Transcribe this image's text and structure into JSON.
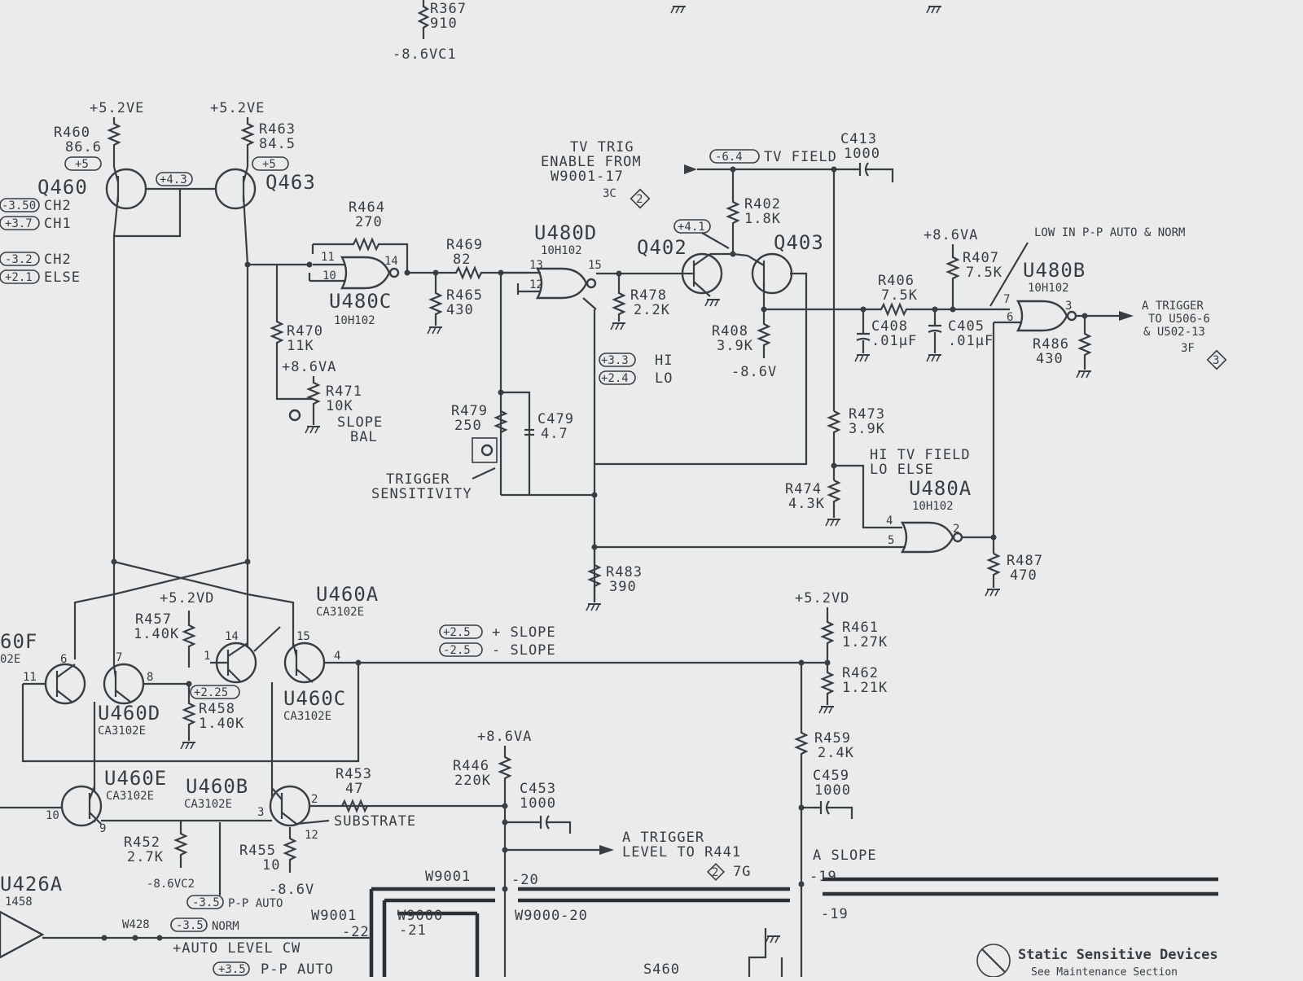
{
  "resistors": {
    "r367": {
      "ref": "R367",
      "val": "910"
    },
    "r460": {
      "ref": "R460",
      "val": "86.6"
    },
    "r463": {
      "ref": "R463",
      "val": "84.5"
    },
    "r464": {
      "ref": "R464",
      "val": "270"
    },
    "r469": {
      "ref": "R469",
      "val": "82"
    },
    "r465": {
      "ref": "R465",
      "val": "430"
    },
    "r470": {
      "ref": "R470",
      "val": "11K"
    },
    "r471": {
      "ref": "R471",
      "val": "10K"
    },
    "r478": {
      "ref": "R478",
      "val": "2.2K"
    },
    "r402": {
      "ref": "R402",
      "val": "1.8K"
    },
    "r408": {
      "ref": "R408",
      "val": "3.9K"
    },
    "r406": {
      "ref": "R406",
      "val": "7.5K"
    },
    "r407": {
      "ref": "R407",
      "val": "7.5K"
    },
    "r486": {
      "ref": "R486",
      "val": "430"
    },
    "r479": {
      "ref": "R479",
      "val": "250"
    },
    "r473": {
      "ref": "R473",
      "val": "3.9K"
    },
    "r474": {
      "ref": "R474",
      "val": "4.3K"
    },
    "r487": {
      "ref": "R487",
      "val": "470"
    },
    "r483": {
      "ref": "R483",
      "val": "390"
    },
    "r457": {
      "ref": "R457",
      "val": "1.40K"
    },
    "r458": {
      "ref": "R458",
      "val": "1.40K"
    },
    "r461": {
      "ref": "R461",
      "val": "1.27K"
    },
    "r462": {
      "ref": "R462",
      "val": "1.21K"
    },
    "r459": {
      "ref": "R459",
      "val": "2.4K"
    },
    "r446": {
      "ref": "R446",
      "val": "220K"
    },
    "r453": {
      "ref": "R453",
      "val": "47"
    },
    "r452": {
      "ref": "R452",
      "val": "2.7K"
    },
    "r455": {
      "ref": "R455",
      "val": "10"
    }
  },
  "capacitors": {
    "c413": {
      "ref": "C413",
      "val": "1000"
    },
    "c408": {
      "ref": "C408",
      "val": ".01µF"
    },
    "c405": {
      "ref": "C405",
      "val": ".01µF"
    },
    "c479": {
      "ref": "C479",
      "val": "4.7"
    },
    "c453": {
      "ref": "C453",
      "val": "1000"
    },
    "c459": {
      "ref": "C459",
      "val": "1000"
    }
  },
  "transistors": {
    "q460": "Q460",
    "q463": "Q463",
    "q402": "Q402",
    "q403": "Q403"
  },
  "ics": {
    "u480c": {
      "ref": "U480C",
      "part": "10H102"
    },
    "u480d": {
      "ref": "U480D",
      "part": "10H102"
    },
    "u480b": {
      "ref": "U480B",
      "part": "10H102"
    },
    "u480a": {
      "ref": "U480A",
      "part": "10H102"
    },
    "u460a": {
      "ref": "U460A",
      "part": "CA3102E"
    },
    "u460c": {
      "ref": "U460C",
      "part": "CA3102E"
    },
    "u460d": {
      "ref": "U460D",
      "part": "CA3102E"
    },
    "u460e": {
      "ref": "U460E",
      "part": "CA3102E"
    },
    "u460b": {
      "ref": "U460B",
      "part": "CA3102E"
    },
    "u460f": {
      "ref": "60F",
      "part": "02E"
    },
    "u426a": {
      "ref": "U426A",
      "part": "1458"
    }
  },
  "rails": {
    "p52ve": "+5.2VE",
    "n86vc1": "-8.6VC1",
    "p86va": "+8.6VA",
    "p52vd": "+5.2VD",
    "n86vc2": "-8.6VC2",
    "n86v": "-8.6V",
    "n86v_out": "-8.6V"
  },
  "voltages": {
    "v_q460": "+5",
    "v_q463": "+5",
    "v_q460_463": "+4.3",
    "v_ch2a": "-3.50",
    "v_ch1a": "+3.7",
    "v_ch2b": "-3.2",
    "v_else": "+2.1",
    "v_tvfield": "-6.4",
    "v_q402": "+4.1",
    "v_hi": "+3.3",
    "v_lo": "+2.4",
    "v_458": "+2.25",
    "v_pslope": "+2.5",
    "v_nslope": "-2.5",
    "v_pp": "-3.5",
    "v_norm": "-3.5",
    "v_pp2": "+3.5"
  },
  "labels": {
    "ch2": "CH2",
    "ch1": "CH1",
    "else": "ELSE",
    "tv_trig_1": "TV TRIG",
    "tv_trig_2": "ENABLE FROM",
    "tv_trig_3": "W9001-17",
    "tv_trig_ref": "3C",
    "tv_field": "TV FIELD",
    "low_in": "LOW IN P-P AUTO & NORM",
    "a_trigger_1": "A TRIGGER",
    "a_trigger_2": "TO U506-6",
    "a_trigger_3": "& U502-13",
    "a_trigger_ref": "3F",
    "slope_bal_1": "SLOPE",
    "slope_bal_2": "BAL",
    "trigger_1": "TRIGGER",
    "trigger_2": "SENSITIVITY",
    "hi": "HI",
    "lo": "LO",
    "hi_tv_1": "HI TV FIELD",
    "hi_tv_2": "LO ELSE",
    "plus_slope": "+ SLOPE",
    "minus_slope": "- SLOPE",
    "substrate": "SUBSTRATE",
    "a_trig_level_1": "A TRIGGER",
    "a_trig_level_2": "LEVEL TO R441",
    "a_trig_level_ref": "7G",
    "a_slope": "A SLOPE",
    "w9001_20": "W9001",
    "pin_20": "-20",
    "w9000_20": "W9000-20",
    "pin_19": "-19",
    "pin_19b": "-19",
    "w9001_22": "W9001",
    "pin_22": "-22",
    "w9000_21": "W9000",
    "pin_21": "-21",
    "w428": "W428",
    "pp_auto": "P-P AUTO",
    "norm": "NORM",
    "auto_level": "+AUTO LEVEL CW",
    "pp_auto2": "P-P AUTO",
    "s460": "S460",
    "static_1": "Static Sensitive Devices",
    "static_2": "See Maintenance Section",
    "diamond_2": "2",
    "diamond_3": "3"
  },
  "pins": {
    "u480c_11": "11",
    "u480c_10": "10",
    "u480c_14": "14",
    "u480d_13": "13",
    "u480d_12": "12",
    "u480d_15": "15",
    "u480b_7": "7",
    "u480b_6": "6",
    "u480b_3": "3",
    "u480a_4": "4",
    "u480a_5": "5",
    "u480a_2": "2",
    "u460a_14": "14",
    "u460a_15": "15",
    "u460a_1": "1",
    "u460a_4": "4",
    "u460d_7": "7",
    "u460d_8": "8",
    "u460f_6": "6",
    "u460f_11": "11",
    "u460b_3": "3",
    "u460b_2": "2",
    "u460b_12": "12",
    "u460e_10": "10",
    "u460e_9": "9"
  }
}
